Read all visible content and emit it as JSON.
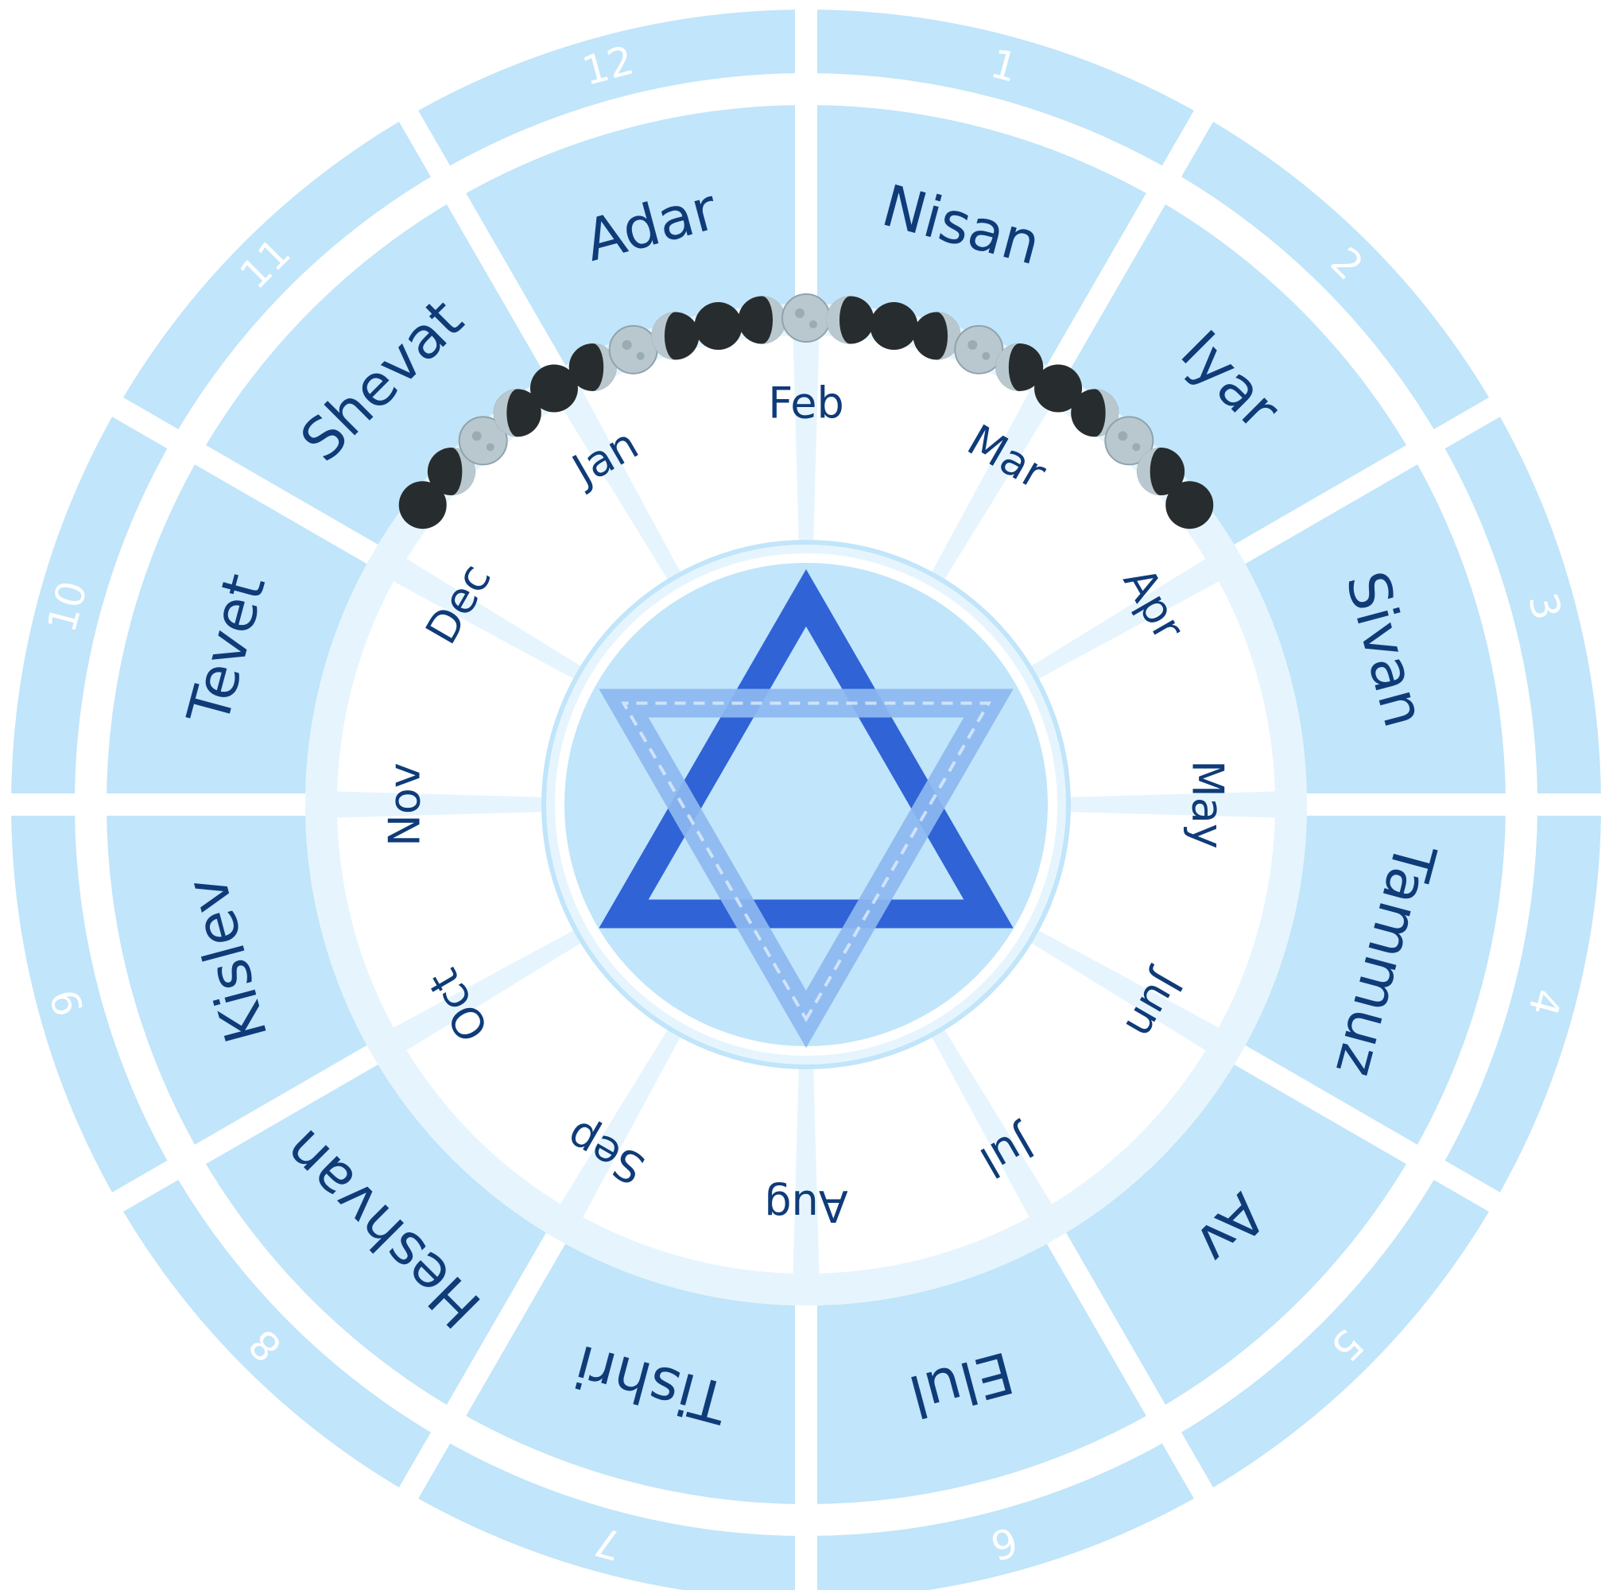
{
  "diagram": {
    "month_numbers": [
      "1",
      "2",
      "3",
      "4",
      "5",
      "6",
      "7",
      "8",
      "9",
      "10",
      "11",
      "12"
    ],
    "hebrew_months": [
      "Nisan",
      "Iyar",
      "Sivan",
      "Tammuz",
      "Av",
      "Elul",
      "Tishri",
      "Heshvan",
      "Kislev",
      "Tevet",
      "Shevat",
      "Adar"
    ],
    "gregorian_months": [
      "Mar",
      "Apr",
      "May",
      "Jun",
      "Jul",
      "Aug",
      "Sep",
      "Oct",
      "Nov",
      "Dec",
      "Jan",
      "Feb"
    ],
    "moon_phases": [
      "new",
      "waxing-crescent",
      "full",
      "waning-crescent",
      "new",
      "waxing-crescent",
      "full",
      "waning-crescent",
      "new",
      "waxing-crescent",
      "full",
      "waning-crescent",
      "new",
      "waxing-crescent",
      "full",
      "waning-crescent",
      "new",
      "waxing-crescent",
      "full",
      "waning-crescent",
      "new"
    ],
    "center_symbol": "star-of-david-icon",
    "colors": {
      "segment_fill": "#c1e5fa",
      "inner_ring": "#e6f5fd",
      "gregorian_fill": "#ffffff",
      "label_text": "#0f3b78",
      "number_text": "#ffffff",
      "star_dark": "#2f63d6",
      "star_light": "#8db8f0",
      "moon_dark": "#272c2f",
      "moon_light": "#b9c8cf"
    }
  }
}
